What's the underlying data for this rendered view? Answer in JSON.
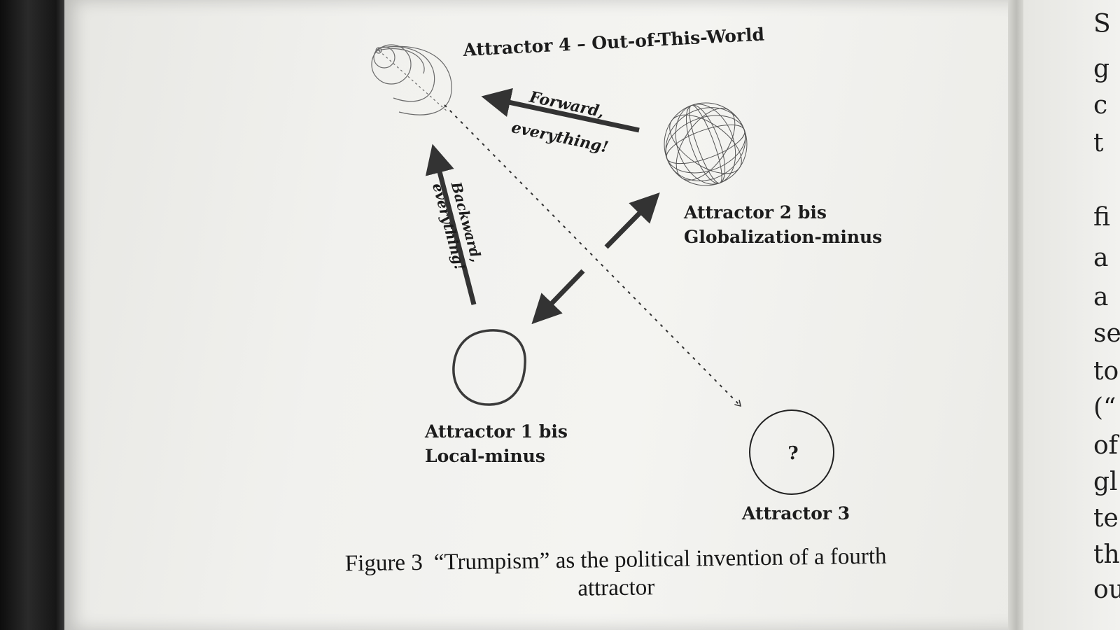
{
  "diagram": {
    "attractor4_label": "Attractor 4 – Out-of-This-World",
    "attractor2_line1": "Attractor 2 bis",
    "attractor2_line2": "Globalization-minus",
    "attractor1_line1": "Attractor 1 bis",
    "attractor1_line2": "Local-minus",
    "attractor3_label": "Attractor 3",
    "attractor3_mark": "?",
    "forward_line1": "Forward,",
    "forward_line2": "everything!",
    "backward_line1": "Backward,",
    "backward_line2": "everything!"
  },
  "caption": {
    "figure_number": "Figure 3",
    "text": "“Trumpism” as the political invention of a fourth attractor"
  },
  "next_page_fragments": [
    "S",
    "g",
    "c",
    "t",
    "fi",
    "a",
    "a",
    "se",
    "to",
    "(“",
    "of",
    "gl",
    "te",
    "th",
    "ou"
  ],
  "colors": {
    "ink": "#1c1c1c",
    "paper": "#f1f1ee",
    "arrow": "#333333"
  }
}
